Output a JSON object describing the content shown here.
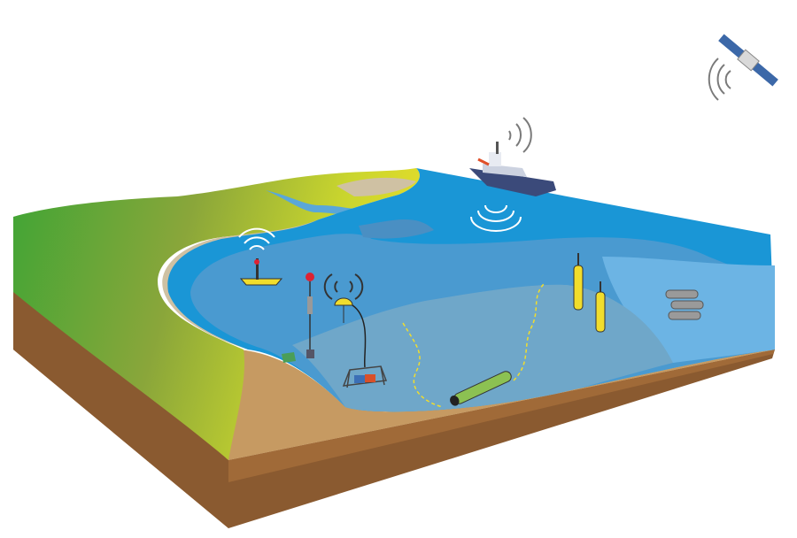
{
  "colors": {
    "background": "#ffffff",
    "deep_water": "#1a96d6",
    "mid_water": "#4a9ad0",
    "shallow_water": "#6fa7c9",
    "right_water": "#6cb4e4",
    "land_green": "#3fa535",
    "land_yellow": "#d6d82a",
    "sand": "#cfc1a3",
    "soil_light": "#c69a62",
    "soil_mid": "#b17f4a",
    "soil_dark": "#8a5a30",
    "instrument_yellow": "#f1dd2c",
    "auv_green": "#8cc152",
    "ship_hull": "#3b4a7a",
    "signal_grey": "#7a7a7a"
  },
  "scene": {
    "instruments": [
      "satellite",
      "research-vessel",
      "surface-buoy",
      "mooring",
      "profiling-float",
      "seafloor-lander",
      "glider-1",
      "glider-2",
      "auv",
      "drifting-instruments"
    ]
  }
}
